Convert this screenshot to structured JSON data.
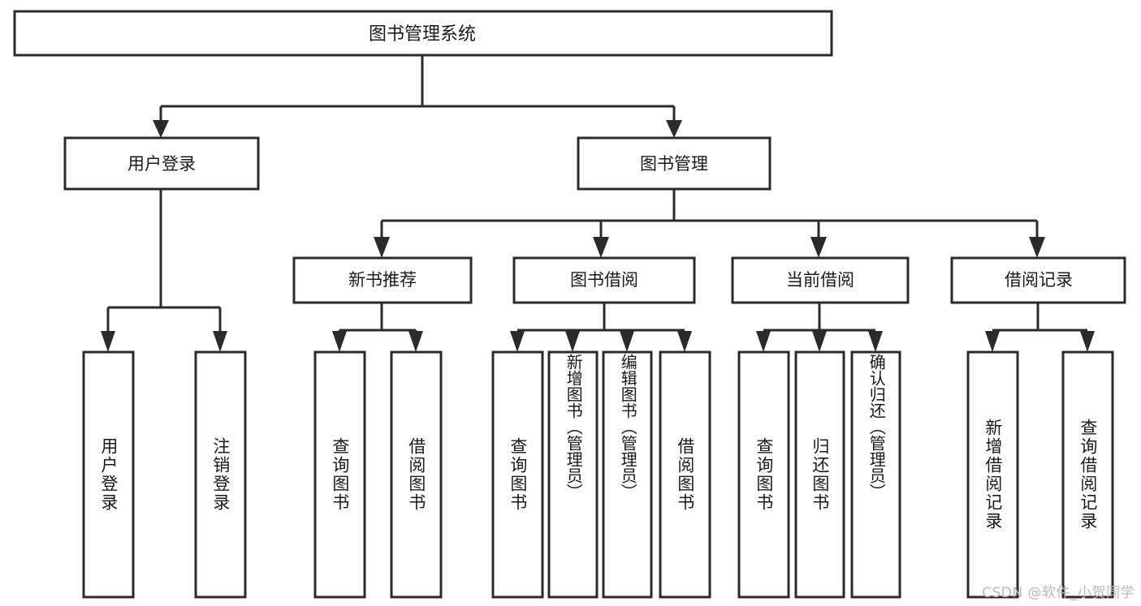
{
  "diagram": {
    "title": "图书管理系统",
    "type": "tree",
    "orientation": "top-down",
    "colors": {
      "stroke": "#2b2b2b",
      "box_fill": "#ffffff",
      "text": "#1a1a1a",
      "background": "#ffffff",
      "watermark": "#b9b9b9"
    },
    "root": {
      "label": "图书管理系统"
    },
    "level2": [
      {
        "label": "用户登录"
      },
      {
        "label": "图书管理"
      }
    ],
    "level3": [
      {
        "label": "新书推荐"
      },
      {
        "label": "图书借阅"
      },
      {
        "label": "当前借阅"
      },
      {
        "label": "借阅记录"
      }
    ],
    "leaves": {
      "user_login": [
        {
          "label": "用户登录"
        },
        {
          "label": "注销登录"
        }
      ],
      "new_book_recommend": [
        {
          "label": "查询图书"
        },
        {
          "label": "借阅图书"
        }
      ],
      "book_borrow": [
        {
          "label": "查询图书"
        },
        {
          "label": "新增图书（管理员）"
        },
        {
          "label": "编辑图书（管理员）"
        },
        {
          "label": "借阅图书"
        }
      ],
      "current_borrow": [
        {
          "label": "查询图书"
        },
        {
          "label": "归还图书"
        },
        {
          "label": "确认归还（管理员）"
        }
      ],
      "borrow_record": [
        {
          "label": "新增借阅记录"
        },
        {
          "label": "查询借阅记录"
        }
      ]
    },
    "watermark": "CSDN @软件_小贺同学"
  }
}
